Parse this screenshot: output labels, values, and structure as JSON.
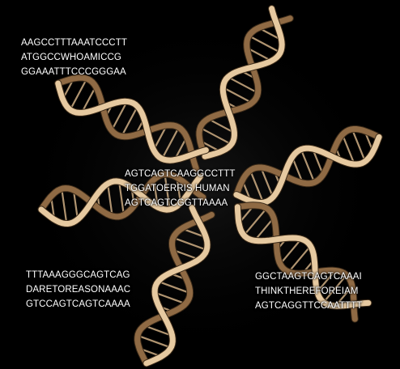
{
  "colors": {
    "background": "#000000",
    "strand_light": "#e6c9a0",
    "strand_dark": "#8f6a44",
    "rung": "#cfae84",
    "text": "#ffffff"
  },
  "captions": [
    {
      "lines": [
        "AAGCCTTTAAATCCCTT",
        "ATGGCCWHOAMICCG",
        "GGAAATTTCCCGGGAA"
      ]
    },
    {
      "lines": [
        "AGTCAGTCAAGGCCTTT",
        "TGGATOERRIS HUMAN",
        "AGTCAGTCGGTTAAAA"
      ]
    },
    {
      "lines": [
        "TTTAAAGGGCAGTCAG",
        "DARETOREASONAAAC",
        "GTCCAGTCAGTCAAAA"
      ]
    },
    {
      "lines": [
        "GGCTAAGTCAGTCAAAI",
        "THINKTHEREFOREIAM",
        "AGTCAGGTTCCAATTTT"
      ]
    }
  ]
}
